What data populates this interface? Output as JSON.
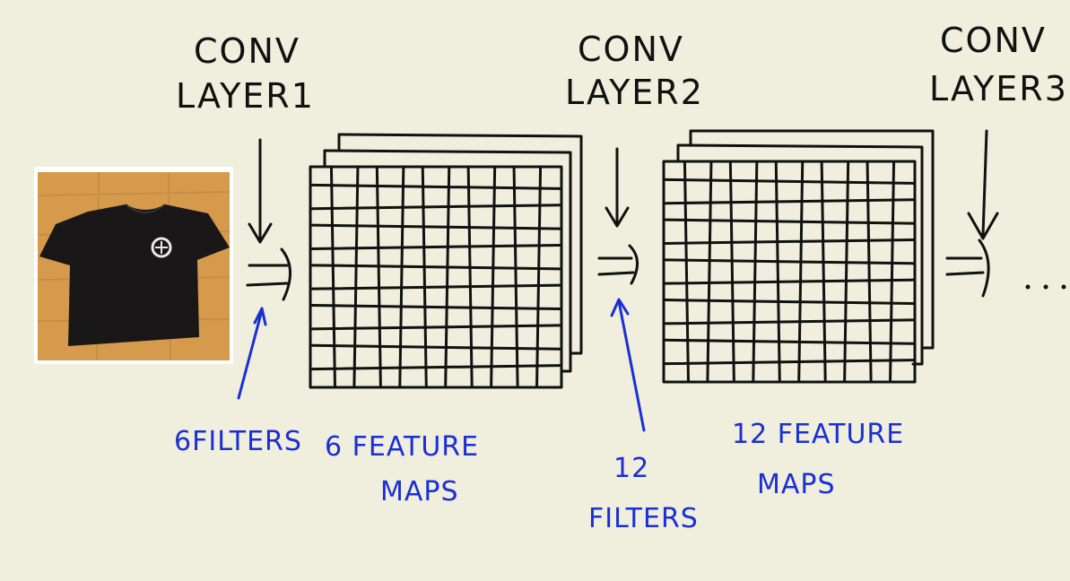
{
  "layers": [
    {
      "line1": "CONV",
      "line2": "LAYER1"
    },
    {
      "line1": "CONV",
      "line2": "LAYER2"
    },
    {
      "line1": "CONV",
      "line2": "LAYER3"
    }
  ],
  "annotations": {
    "filters_1": "6FILTERS",
    "feature_maps_1": {
      "line1": "6 FEATURE",
      "line2": "MAPS"
    },
    "filters_2": {
      "line1": "12",
      "line2": "FILTERS"
    },
    "feature_maps_2": {
      "line1": "12 FEATURE",
      "line2": "MAPS"
    },
    "continuation": "..."
  },
  "colors": {
    "background": "#f0eedd",
    "ink": "#111111",
    "annotation_ink": "#1a2fd6"
  },
  "input_image": "black-tshirt-photo"
}
